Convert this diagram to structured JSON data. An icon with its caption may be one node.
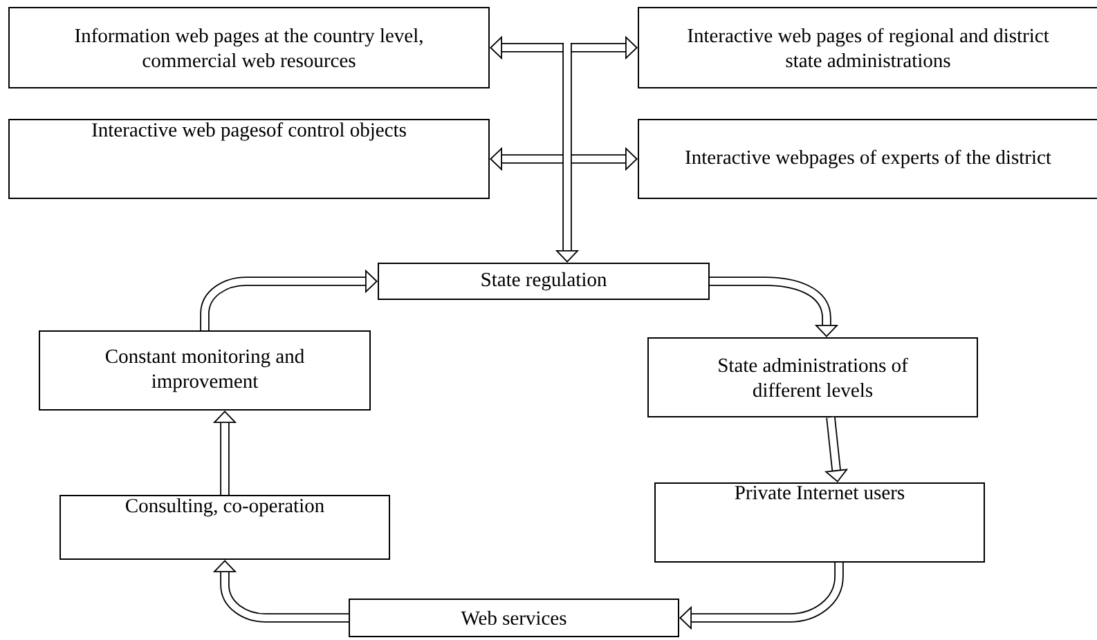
{
  "diagram": {
    "nodes": [
      {
        "text": [
          "Information web pages at the country level, commercial web resources"
        ]
      },
      {
        "text": [
          "Interactive web pages of regional and district state administrations"
        ]
      },
      {
        "text": [
          "Interactive web pagesof control objects"
        ]
      },
      {
        "text": [
          "Interactive webpages of experts of the district"
        ]
      },
      {
        "text": [
          "State regulation"
        ]
      },
      {
        "text": [
          "Constant monitoring and improvement"
        ]
      },
      {
        "text": [
          "State administrations of different levels"
        ]
      },
      {
        "text": [
          "Private Internet users"
        ]
      },
      {
        "text": [
          "Web services"
        ]
      },
      {
        "text": [
          "Consulting, co-operation"
        ]
      }
    ],
    "edges": [
      {
        "from": 0,
        "to": 1,
        "arrow": "both"
      },
      {
        "from": 2,
        "to": 3,
        "arrow": "both"
      },
      {
        "from": null,
        "to": 4,
        "arrow": "to"
      },
      {
        "from": 4,
        "to": 6,
        "arrow": "to"
      },
      {
        "from": 6,
        "to": 7,
        "arrow": "to"
      },
      {
        "from": 7,
        "to": 8,
        "arrow": "to"
      },
      {
        "from": 8,
        "to": 9,
        "arrow": "to"
      },
      {
        "from": 9,
        "to": 5,
        "arrow": "to"
      },
      {
        "from": 5,
        "to": 4,
        "arrow": "to"
      }
    ]
  }
}
